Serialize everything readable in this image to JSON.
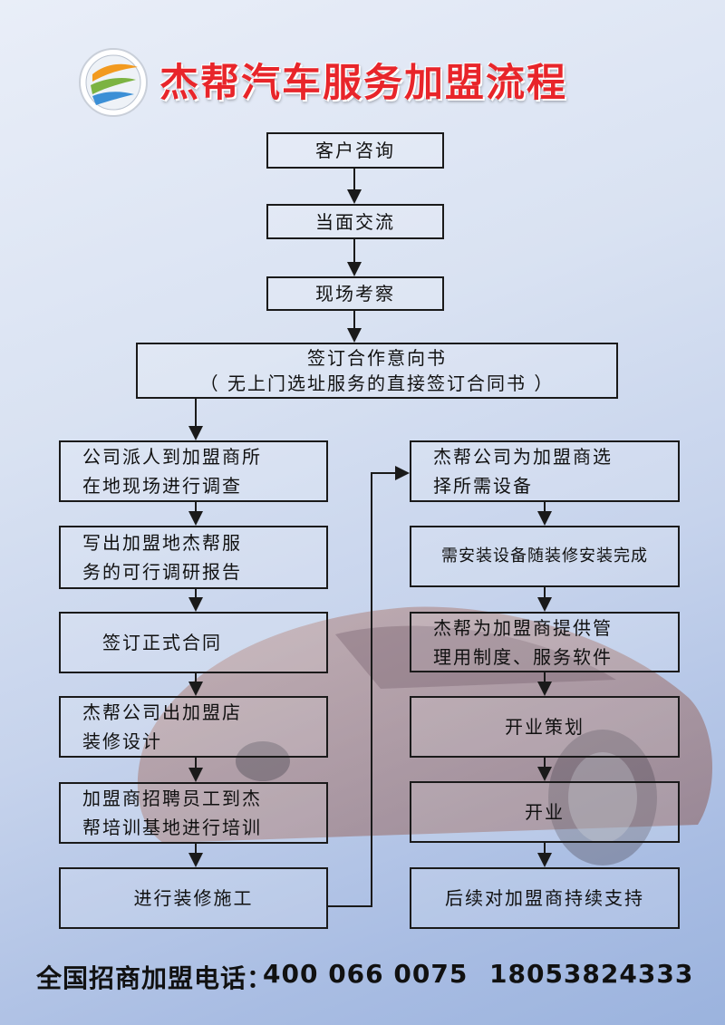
{
  "title": "杰帮汽车服务加盟流程",
  "steps": {
    "s1": "客户咨询",
    "s2": "当面交流",
    "s3": "现场考察",
    "s4_line1": "签订合作意向书",
    "s4_line2": "（ 无上门选址服务的直接签订合同书 ）",
    "left": [
      "公司派人到加盟商所\n在地现场进行调查",
      "写出加盟地杰帮服\n务的可行调研报告",
      "签订正式合同",
      "杰帮公司出加盟店\n装修设计",
      "加盟商招聘员工到杰\n帮培训基地进行培训",
      "进行装修施工"
    ],
    "right": [
      "杰帮公司为加盟商选\n择所需设备",
      "需安装设备随装修安装完成",
      "杰帮为加盟商提供管\n理用制度、服务软件",
      "开业策划",
      "开业",
      "后续对加盟商持续支持"
    ]
  },
  "footer": {
    "label": "全国招商加盟电话：",
    "phone1": "400 066 0075",
    "phone2": "18053824333"
  },
  "colors": {
    "title": "#e8252a",
    "box_border": "#1a1a1a",
    "background_top": "#e9eef8",
    "background_bottom": "#9bb3de"
  }
}
